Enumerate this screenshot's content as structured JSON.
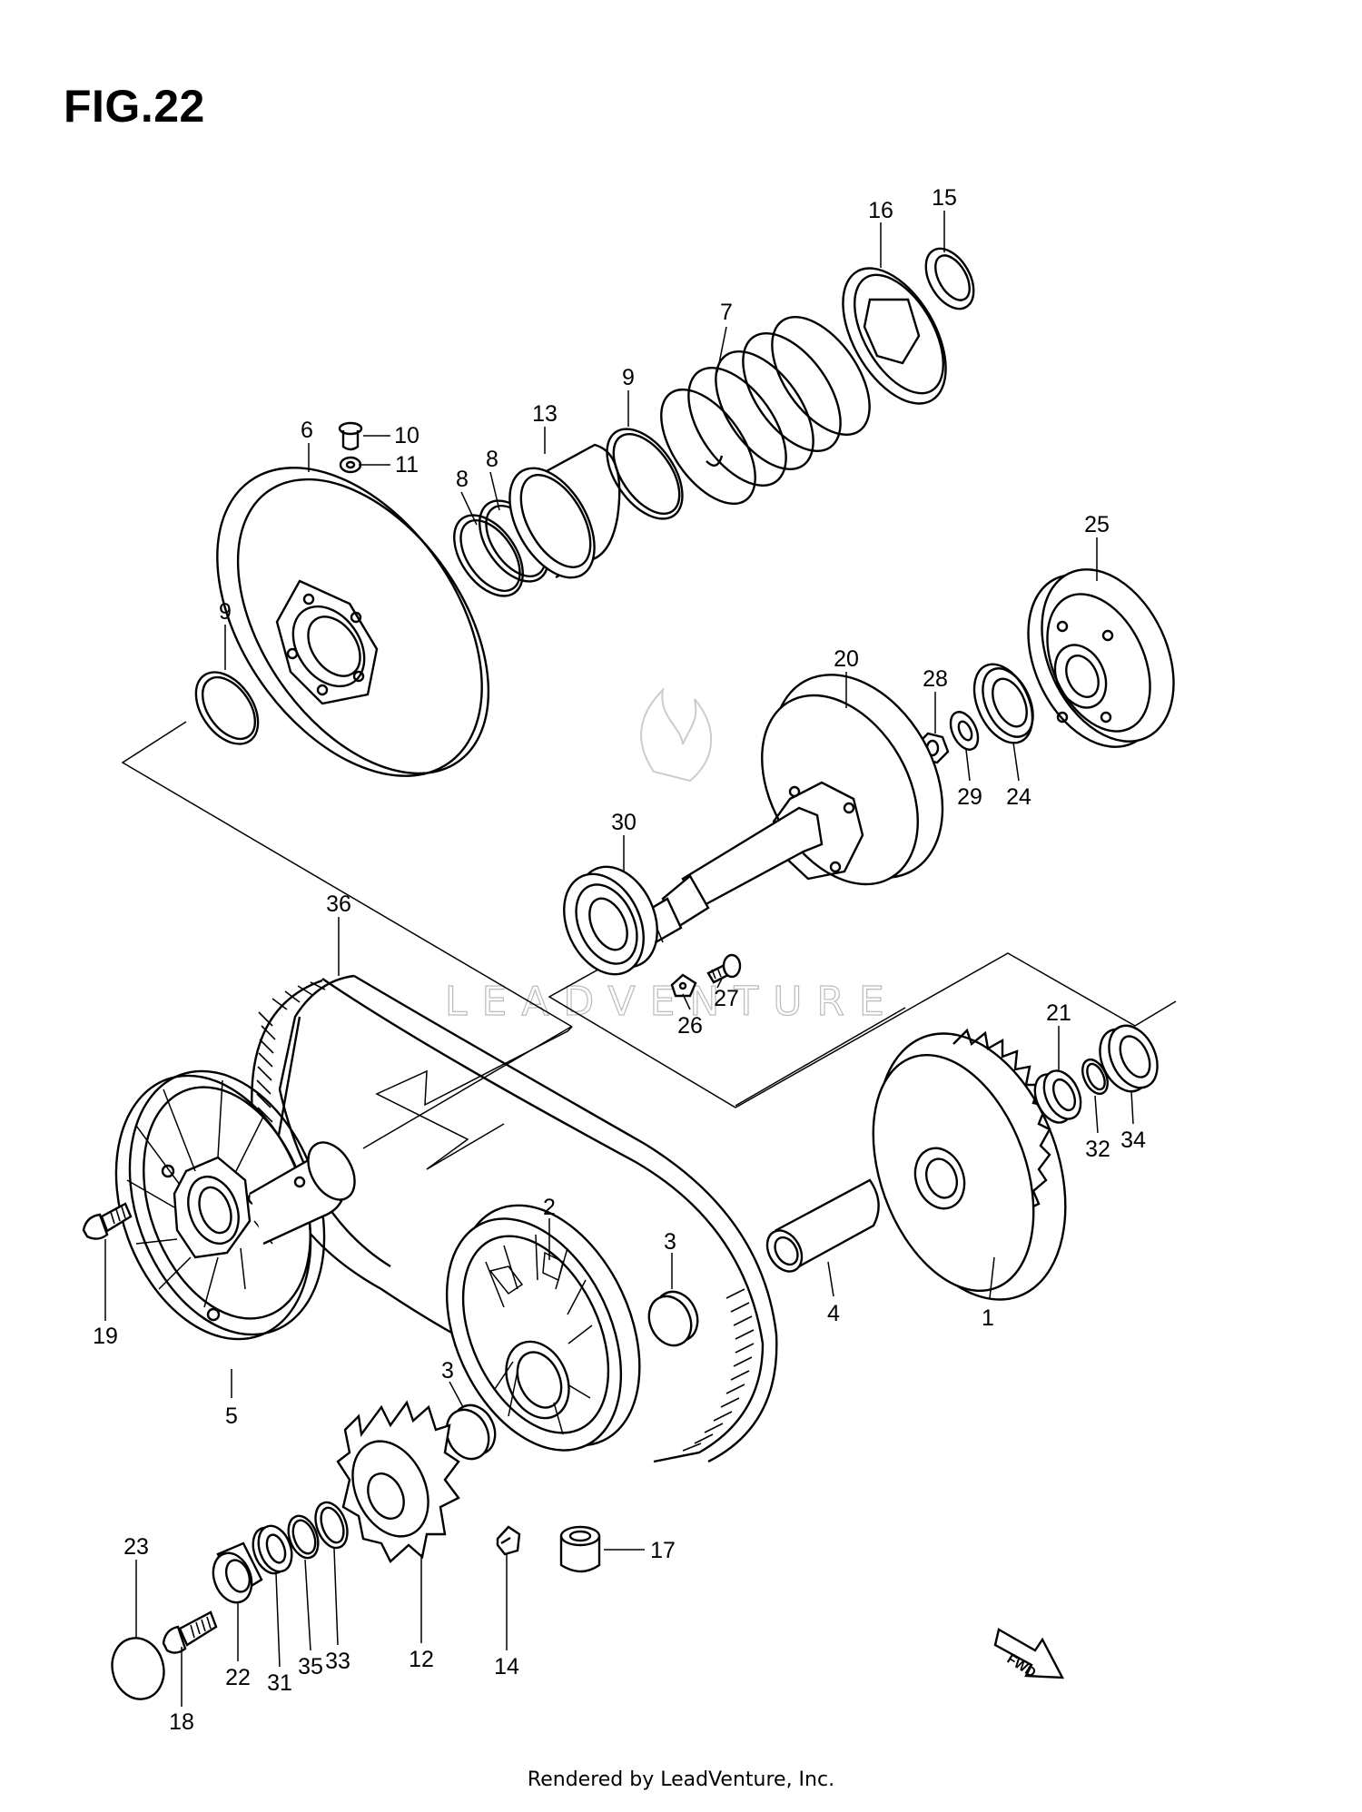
{
  "figure": {
    "title": "FIG.22"
  },
  "watermark": {
    "text": "LEADVENTURE"
  },
  "footer": {
    "text": "Rendered by LeadVenture, Inc."
  },
  "fwd_arrow": {
    "label": "FWD"
  },
  "callouts": [
    "1",
    "2",
    "3",
    "3",
    "4",
    "5",
    "6",
    "7",
    "8",
    "8",
    "9",
    "9",
    "10",
    "11",
    "12",
    "13",
    "14",
    "15",
    "16",
    "17",
    "18",
    "19",
    "20",
    "21",
    "22",
    "23",
    "24",
    "25",
    "26",
    "27",
    "28",
    "29",
    "30",
    "31",
    "32",
    "33",
    "34",
    "35",
    "36"
  ]
}
